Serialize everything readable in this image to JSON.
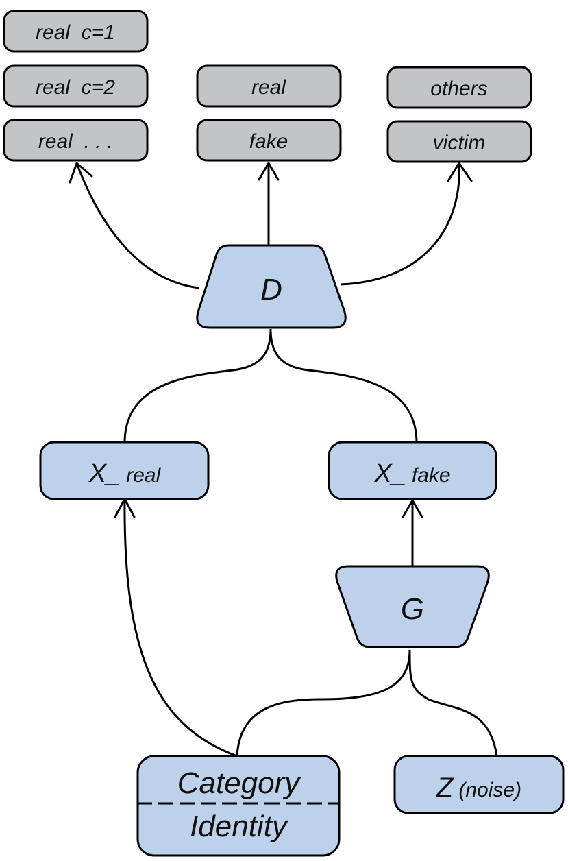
{
  "output_groups": {
    "category": [
      "real  c=1",
      "real  c=2",
      "real  . . ."
    ],
    "authenticity": [
      "real",
      "fake"
    ],
    "victim": [
      "others",
      "victim"
    ]
  },
  "nodes": {
    "discriminator": "D",
    "generator": "G",
    "x_real": {
      "main": "X_",
      "sub": "real"
    },
    "x_fake": {
      "main": "X_",
      "sub": "fake"
    },
    "category_identity": {
      "line1": "Category",
      "line2": "Identity"
    },
    "noise": {
      "main": "Z",
      "sub": "(noise)"
    }
  },
  "colors": {
    "output_box_fill": "#c2c4c6",
    "node_fill": "#bdd1ea",
    "stroke": "#000000"
  }
}
